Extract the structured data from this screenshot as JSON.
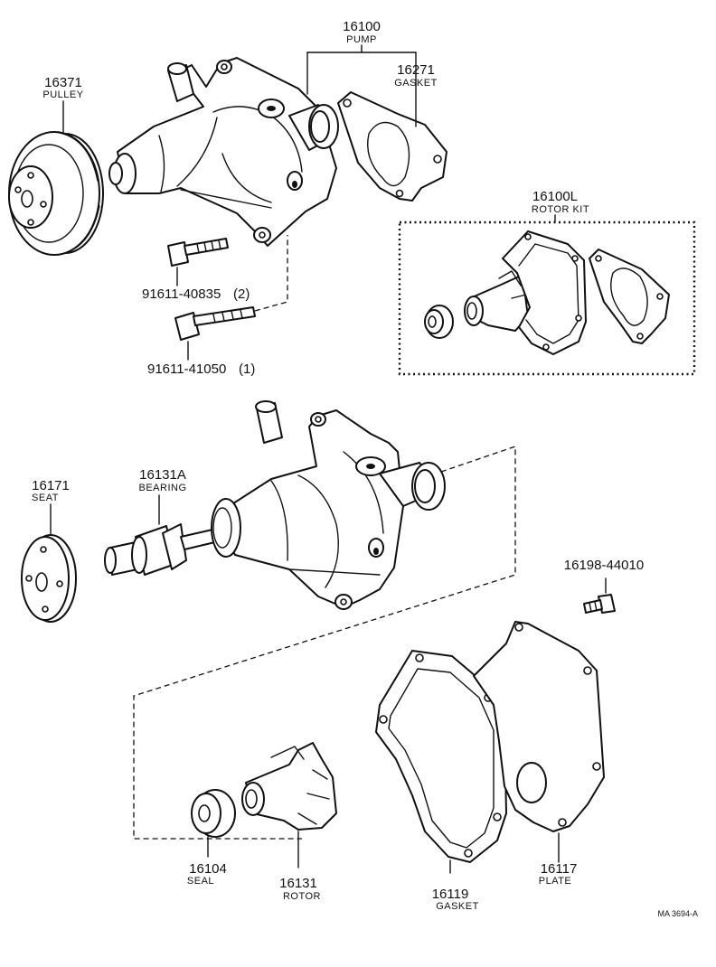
{
  "parts": {
    "pump": {
      "number": "16100",
      "name": "PUMP"
    },
    "pump_gasket": {
      "number": "16271",
      "name": "GASKET"
    },
    "pulley": {
      "number": "16371",
      "name": "PULLEY"
    },
    "rotor_kit": {
      "number": "16100L",
      "name": "ROTOR KIT"
    },
    "bolt_1": {
      "number": "91611-40835",
      "qty": "(2)"
    },
    "bolt_2": {
      "number": "91611-41050",
      "qty": "(1)"
    },
    "seat": {
      "number": "16171",
      "name": "SEAT"
    },
    "bearing": {
      "number": "16131A",
      "name": "BEARING"
    },
    "screw": {
      "number": "16198-44010"
    },
    "seal": {
      "number": "16104",
      "name": "SEAL"
    },
    "rotor": {
      "number": "16131",
      "name": "ROTOR"
    },
    "gasket": {
      "number": "16119",
      "name": "GASKET"
    },
    "plate": {
      "number": "16117",
      "name": "PLATE"
    }
  },
  "figure_code": "MA 3694-A"
}
